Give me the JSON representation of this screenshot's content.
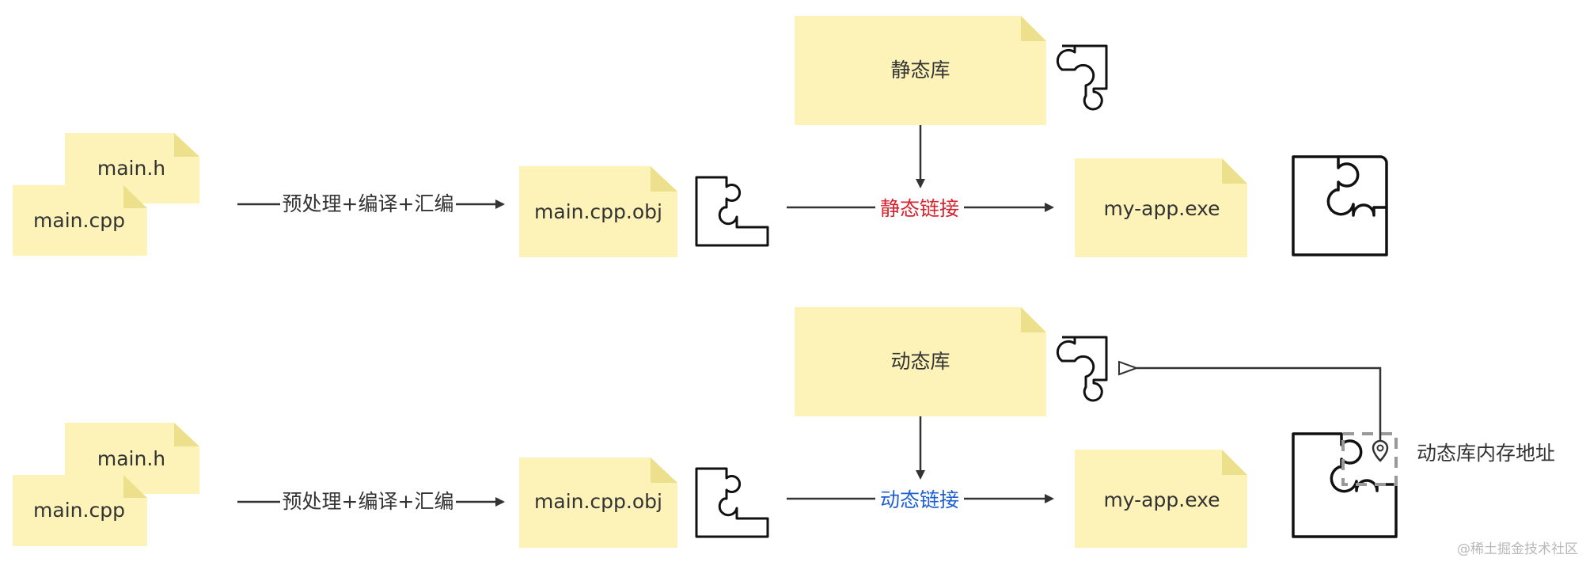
{
  "colors": {
    "note_fill": "#fdf3b9",
    "note_fold": "#ede08c",
    "line": "#333333",
    "static_link": "#d6232d",
    "dynamic_link": "#1f5fd1",
    "label": "#333333",
    "dashed_marker": "#999999"
  },
  "top": {
    "source_front": "main.cpp",
    "source_back": "main.h",
    "compile_step": "预处理+编译+汇编",
    "object_file": "main.cpp.obj",
    "library": "静态库",
    "link_step": "静态链接",
    "output": "my-app.exe"
  },
  "bottom": {
    "source_front": "main.cpp",
    "source_back": "main.h",
    "compile_step": "预处理+编译+汇编",
    "object_file": "main.cpp.obj",
    "library": "动态库",
    "link_step": "动态链接",
    "output": "my-app.exe",
    "address_label": "动态库内存地址"
  },
  "watermark": "@稀土掘金技术社区",
  "icons": {
    "puzzle": "puzzle-piece-icon",
    "location": "location-pin-icon"
  }
}
